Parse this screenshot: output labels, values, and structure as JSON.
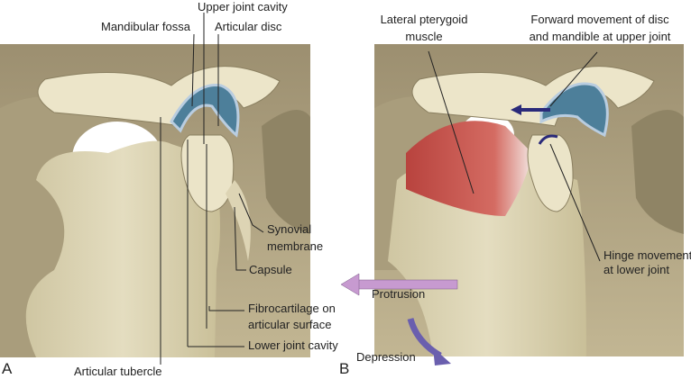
{
  "panel_a": {
    "letter": "A",
    "labels": {
      "upper_joint_cavity": "Upper joint cavity",
      "mandibular_fossa": "Mandibular fossa",
      "articular_disc": "Articular disc",
      "synovial_membrane_1": "Synovial",
      "synovial_membrane_2": "membrane",
      "capsule": "Capsule",
      "fibrocartilage_1": "Fibrocartilage on",
      "fibrocartilage_2": "articular surface",
      "lower_joint_cavity": "Lower joint cavity",
      "articular_tubercle": "Articular tubercle"
    }
  },
  "panel_b": {
    "letter": "B",
    "labels": {
      "lateral_pterygoid_1": "Lateral pterygoid",
      "lateral_pterygoid_2": "muscle",
      "forward_movement_1": "Forward movement of disc",
      "forward_movement_2": "and mandible at upper joint",
      "hinge_movement_1": "Hinge movement",
      "hinge_movement_2": "at lower joint",
      "protrusion": "Protrusion",
      "depression": "Depression"
    }
  },
  "colors": {
    "bone": "#e9e2c4",
    "background_bone": "#b8ab8a",
    "disc": "#4d7f9a",
    "muscle": "#c9554f",
    "protrusion_arrow": "#c79ad0",
    "depression_arrow": "#6a5fae"
  }
}
